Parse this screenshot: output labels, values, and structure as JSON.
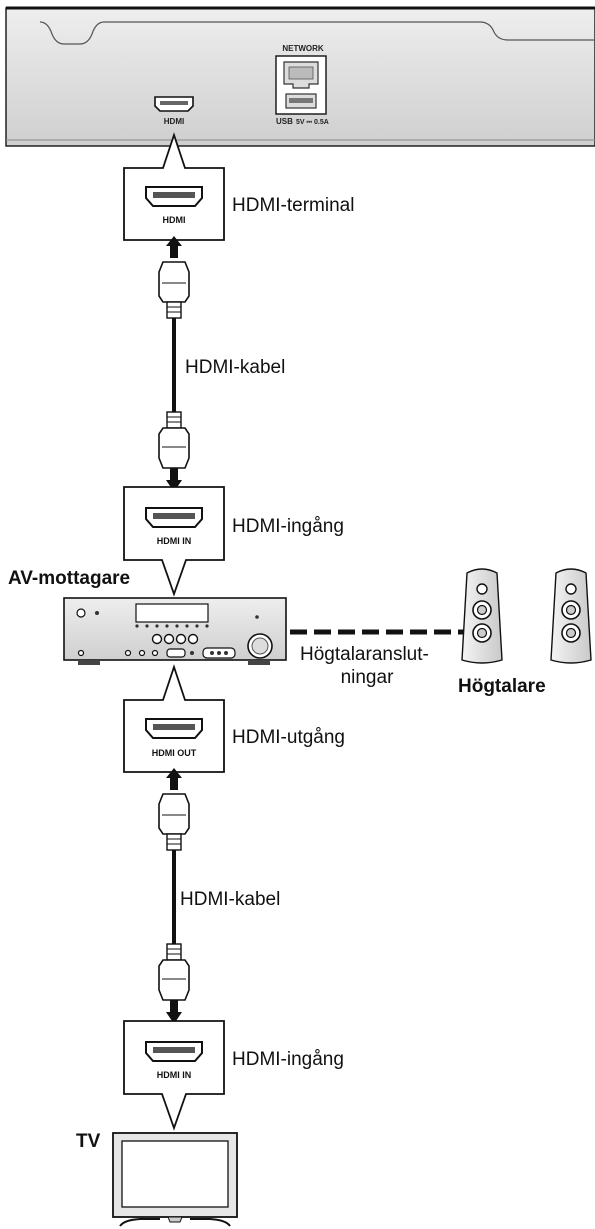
{
  "player": {
    "network_label": "NETWORK",
    "hdmi_label": "HDMI",
    "usb_label": "USB",
    "usb_rating": "5V ⎓ 0.5A"
  },
  "connector_boxes": {
    "player_hdmi": {
      "port_text": "HDMI",
      "callout": "HDMI-terminal"
    },
    "receiver_in": {
      "port_text": "HDMI IN",
      "callout": "HDMI-ingång"
    },
    "receiver_out": {
      "port_text": "HDMI OUT",
      "callout": "HDMI-utgång"
    },
    "tv_in": {
      "port_text": "HDMI IN",
      "callout": "HDMI-ingång"
    }
  },
  "cables": {
    "upper": "HDMI-kabel",
    "lower": "HDMI-kabel"
  },
  "receiver": {
    "label": "AV-mottagare"
  },
  "speaker_connection": {
    "line1": "Högtalaranslut-",
    "line2": "ningar"
  },
  "speakers": {
    "label": "Högtalare"
  },
  "tv": {
    "label": "TV"
  }
}
